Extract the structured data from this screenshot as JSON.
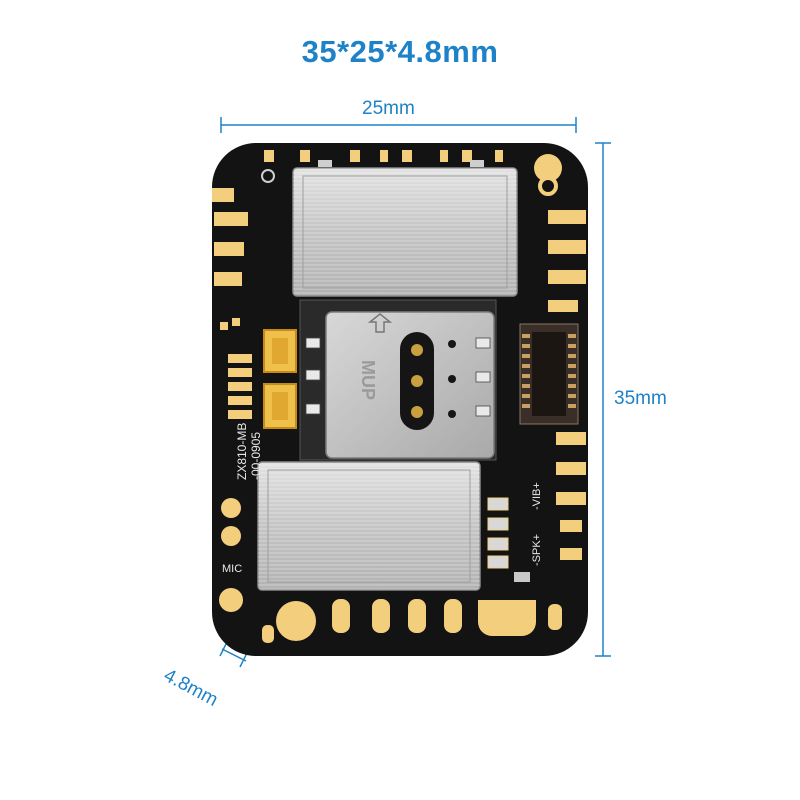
{
  "title": "35*25*4.8mm",
  "dimensions": {
    "width_label": "25mm",
    "height_label": "35mm",
    "thickness_label": "4.8mm"
  },
  "board_markings": {
    "part_number": "ZX810-MB",
    "revision": "-00-0905",
    "mic_label": "MIC",
    "vib_label": "-VIB+",
    "spk_label": "-SPK+",
    "sim_marking": "MUP"
  },
  "colors": {
    "dimension_blue": "#1e82c8",
    "board": "#131313",
    "gold_pad": "#f3cf7d",
    "shield_metal": "#cfcfcf"
  }
}
